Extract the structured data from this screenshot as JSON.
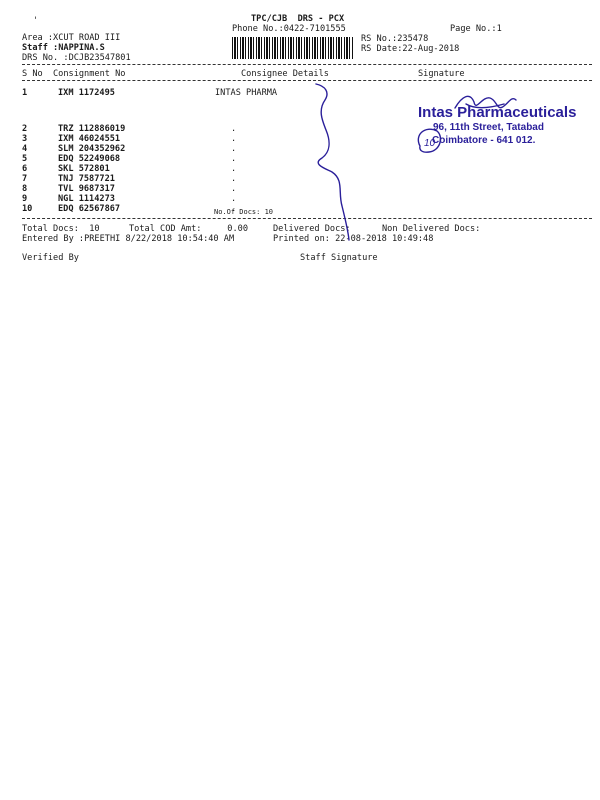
{
  "doc_mark": "'",
  "header": {
    "title": "TPC/CJB  DRS - PCX",
    "phone": "Phone No.:0422-7101555",
    "page_no": "Page No.:1",
    "area": "Area :XCUT ROAD III",
    "staff": "Staff :NAPPINA.S",
    "drs_no": "DRS No. :DCJB23547801",
    "rs_no": "RS No.:235478",
    "rs_date": "RS Date:22-Aug-2018"
  },
  "columns": [
    "S No",
    "Consignment No",
    "Consignee Details",
    "Signature"
  ],
  "rows": [
    {
      "sno": "1",
      "consignment": "IXM 1172495",
      "consignee": "INTAS PHARMA"
    },
    {
      "sno": "2",
      "consignment": "TRZ 112886019",
      "consignee": "."
    },
    {
      "sno": "3",
      "consignment": "IXM 46024551",
      "consignee": "."
    },
    {
      "sno": "4",
      "consignment": "SLM 204352962",
      "consignee": "."
    },
    {
      "sno": "5",
      "consignment": "EDQ 52249068",
      "consignee": "."
    },
    {
      "sno": "6",
      "consignment": "SKL 572801",
      "consignee": "."
    },
    {
      "sno": "7",
      "consignment": "TNJ 7587721",
      "consignee": "."
    },
    {
      "sno": "8",
      "consignment": "TVL 9687317",
      "consignee": "."
    },
    {
      "sno": "9",
      "consignment": "NGL 1114273",
      "consignee": "."
    },
    {
      "sno": "10",
      "consignment": "EDQ 62567867",
      "consignee": "."
    }
  ],
  "no_of_docs": "No.Of Docs: 10",
  "footer": {
    "total_docs": "Total Docs:  10",
    "total_cod": "Total COD Amt:     0.00",
    "delivered": "Delivered Docs:",
    "non_delivered": "Non Delivered Docs:",
    "entered_by": "Entered By :PREETHI 8/22/2018 10:54:40 AM",
    "printed_on": "Printed on: 22-08-2018 10:49:48",
    "verified_by": "Verified By",
    "staff_signature": "Staff Signature"
  },
  "stamp": {
    "company": "Intas Pharmaceuticals",
    "address": "96, 11th Street, Tatabad",
    "city": "Coimbatore - 641 012.",
    "handwritten_count": "10",
    "color": "#2a1f9a"
  }
}
